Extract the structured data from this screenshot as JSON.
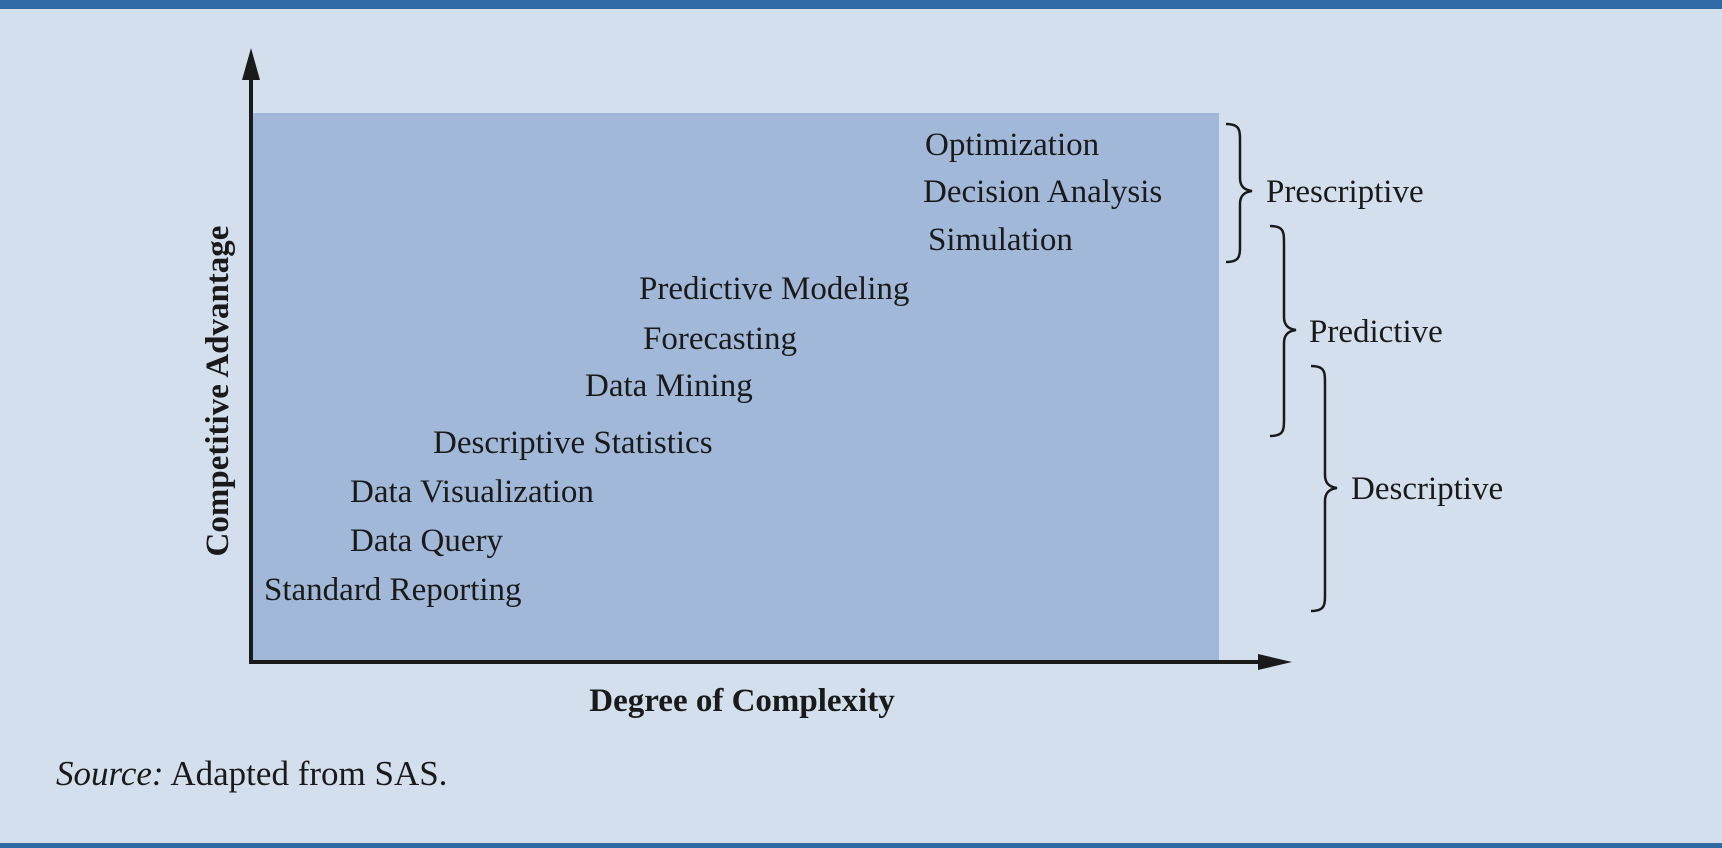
{
  "diagram": {
    "x_axis_label": "Degree of Complexity",
    "y_axis_label": "Competitive Advantage",
    "techniques": [
      "Optimization",
      "Decision Analysis",
      "Simulation",
      "Predictive Modeling",
      "Forecasting",
      "Data Mining",
      "Descriptive Statistics",
      "Data Visualization",
      "Data Query",
      "Standard Reporting"
    ],
    "categories": [
      "Prescriptive",
      "Predictive",
      "Descriptive"
    ]
  },
  "source": {
    "label": "Source:",
    "text": "Adapted from SAS."
  },
  "colors": {
    "page_background": "#d3dfec",
    "panel_fill": "#a2b8d8",
    "rule": "#2f6aa6",
    "axis": "#1a1a1a"
  }
}
